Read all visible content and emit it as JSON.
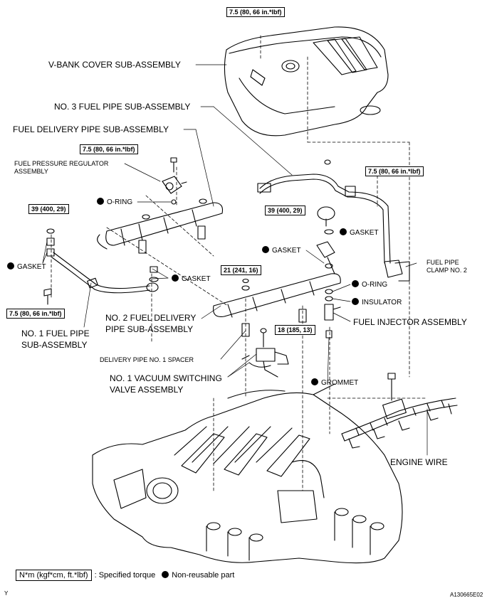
{
  "labels": {
    "vbank_cover": "V-BANK COVER SUB-ASSEMBLY",
    "no3_fuel_pipe": "NO. 3 FUEL PIPE SUB-ASSEMBLY",
    "fuel_delivery_pipe": "FUEL DELIVERY PIPE SUB-ASSEMBLY",
    "fuel_pressure_regulator_1": "FUEL PRESSURE REGULATOR",
    "fuel_pressure_regulator_2": "ASSEMBLY",
    "oring_1": "O-RING",
    "gasket_left": "GASKET",
    "gasket_mid": "GASKET",
    "gasket_upper_mid": "GASKET",
    "gasket_right": "GASKET",
    "oring_2": "O-RING",
    "insulator": "INSULATOR",
    "fuel_injector": "FUEL INJECTOR ASSEMBLY",
    "fuel_pipe_clamp_1": "FUEL PIPE",
    "fuel_pipe_clamp_2": "CLAMP NO. 2",
    "no1_fuel_pipe_1": "NO. 1 FUEL PIPE",
    "no1_fuel_pipe_2": "SUB-ASSEMBLY",
    "no2_delivery_1": "NO. 2 FUEL DELIVERY",
    "no2_delivery_2": "PIPE SUB-ASSEMBLY",
    "spacer": "DELIVERY PIPE NO. 1 SPACER",
    "vsv_1": "NO. 1 VACUUM SWITCHING",
    "vsv_2": "VALVE ASSEMBLY",
    "grommet": "GROMMET",
    "engine_wire": "ENGINE WIRE"
  },
  "torques": {
    "t_top": "7.5 (80, 66 in.*lbf)",
    "t_reg": "7.5 (80, 66 in.*lbf)",
    "t_right": "7.5 (80, 66 in.*lbf)",
    "t_39_left": "39 (400, 29)",
    "t_39_right": "39 (400, 29)",
    "t_21": "21 (241, 16)",
    "t_18": "18 (185, 13)",
    "t_bottom_left": "7.5 (80, 66 in.*lbf)"
  },
  "legend": {
    "unit": "N*m (kgf*cm, ft.*lbf)",
    "specified": ": Specified torque",
    "nonreusable": "Non-reusable part"
  },
  "corner": {
    "left": "Y",
    "right": "A130665E02"
  }
}
